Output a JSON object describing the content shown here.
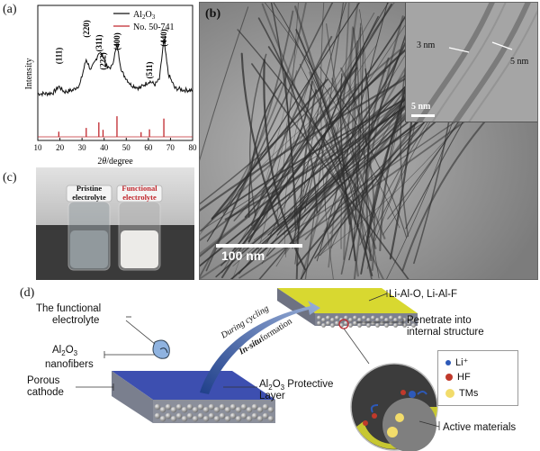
{
  "panels": {
    "a": "(a)",
    "b": "(b)",
    "c": "(c)",
    "d": "(d)"
  },
  "chart_data": {
    "type": "line",
    "ylabel": "Intensity",
    "xlabel_parts": [
      "2",
      "θ",
      "/degree"
    ],
    "xlim": [
      10,
      80
    ],
    "xticks": [
      10,
      20,
      30,
      40,
      50,
      60,
      70,
      80
    ],
    "legend": [
      {
        "name_parts": [
          "Al",
          "2",
          "O",
          "3"
        ],
        "color": "#111111"
      },
      {
        "name_parts": [
          "No. 50-741"
        ],
        "color": "#c0272d"
      }
    ],
    "peak_labels": [
      {
        "label": "(111)",
        "x": 19.5
      },
      {
        "label": "(220)",
        "x": 31.9
      },
      {
        "label": "(311)",
        "x": 37.6
      },
      {
        "label": "(222)",
        "x": 39.5
      },
      {
        "label": "(400)",
        "x": 45.8
      },
      {
        "label": "(511)",
        "x": 60.5
      },
      {
        "label": "(440)",
        "x": 67.0
      }
    ],
    "pattern_series": {
      "name": "Al2O3",
      "x": [
        10,
        14,
        17,
        19.5,
        22,
        26,
        29,
        31.9,
        34,
        36,
        37.6,
        39.5,
        41.5,
        43.5,
        45.8,
        48,
        52,
        56,
        60.5,
        63,
        65,
        67,
        69,
        72,
        76,
        80
      ],
      "y": [
        0.2,
        0.2,
        0.21,
        0.28,
        0.22,
        0.24,
        0.3,
        0.58,
        0.46,
        0.56,
        0.66,
        0.62,
        0.48,
        0.5,
        0.74,
        0.44,
        0.3,
        0.26,
        0.34,
        0.3,
        0.36,
        0.8,
        0.42,
        0.26,
        0.24,
        0.24
      ]
    },
    "reference_sticks": {
      "name": "No. 50-741",
      "x": [
        19.5,
        31.9,
        37.6,
        39.5,
        45.8,
        56.7,
        60.5,
        67.0
      ],
      "y": [
        0.22,
        0.38,
        0.62,
        0.3,
        0.88,
        0.2,
        0.32,
        0.78
      ]
    }
  },
  "tem": {
    "scale_bar": "100 nm",
    "inset_scale": "5 nm",
    "inset_label_1": "3 nm",
    "inset_label_2": "5 nm"
  },
  "vials": {
    "left_label_1": "Pristine",
    "left_label_2": "electrolyte",
    "right_label_1": "Functional",
    "right_label_2": "electrolyte"
  },
  "schematic": {
    "functional_electrolyte_1": "The functional",
    "functional_electrolyte_2": "electrolyte",
    "nanofibers_parts": [
      "Al",
      "2",
      "O",
      "3"
    ],
    "nanofibers_2": "nanofibers",
    "porous_1": "Porous",
    "porous_2": "cathode",
    "protective_parts": [
      "Al",
      "2",
      "O",
      "3",
      " Protective"
    ],
    "protective_2": "Layer",
    "during_cycling": "During cycling",
    "in_situ": "In-situ",
    "formation": "formation",
    "top_layer": "Li-Al-O, Li-Al-F",
    "penetrate_1": "Penetrate into",
    "penetrate_2": "internal structure",
    "active": "Active materials",
    "legend": [
      {
        "label": "Li⁺",
        "color": "#2d59b8"
      },
      {
        "label": "HF",
        "color": "#c0392b"
      },
      {
        "label": "TMs",
        "color": "#f2dc6b"
      }
    ]
  }
}
